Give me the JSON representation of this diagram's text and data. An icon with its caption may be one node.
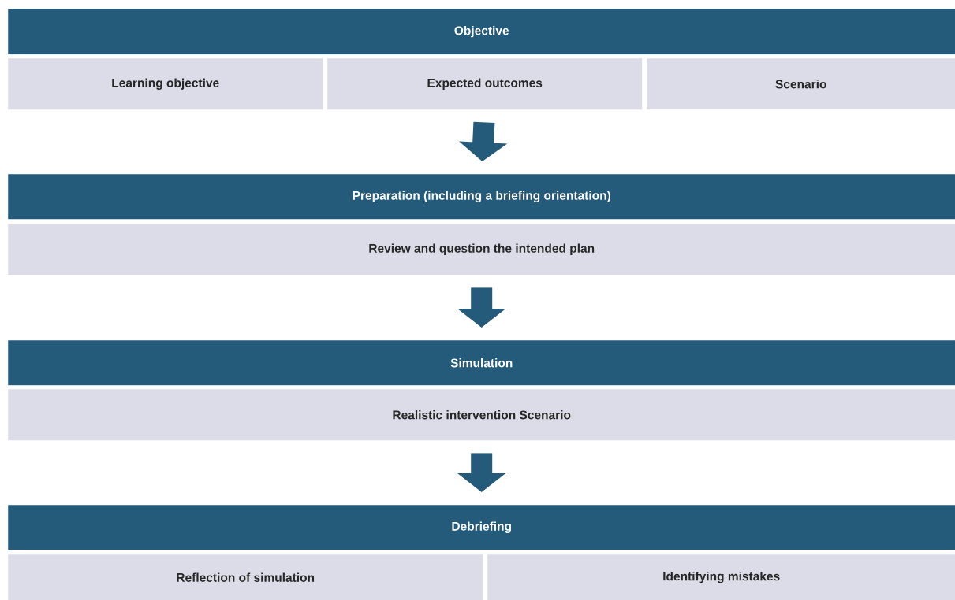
{
  "diagram": {
    "nodes": [
      {
        "text": [
          "Objective"
        ]
      },
      {
        "text": [
          "Learning objective"
        ]
      },
      {
        "text": [
          "Expected outcomes"
        ]
      },
      {
        "text": [
          "Scenario"
        ]
      },
      {
        "text": [
          "Preparation (including a briefing orientation)"
        ]
      },
      {
        "text": [
          "Review and question the intended plan"
        ]
      },
      {
        "text": [
          "Simulation"
        ]
      },
      {
        "text": [
          "Realistic intervention Scenario"
        ]
      },
      {
        "text": [
          "Debriefing"
        ]
      },
      {
        "text": [
          "Reflection of simulation"
        ]
      },
      {
        "text": [
          "Identifying mistakes"
        ]
      }
    ],
    "edges": [
      {
        "from": 2,
        "to": 4,
        "arrow": "to"
      },
      {
        "from": 5,
        "to": 6,
        "arrow": "to"
      },
      {
        "from": 7,
        "to": 8,
        "arrow": "to"
      }
    ]
  }
}
